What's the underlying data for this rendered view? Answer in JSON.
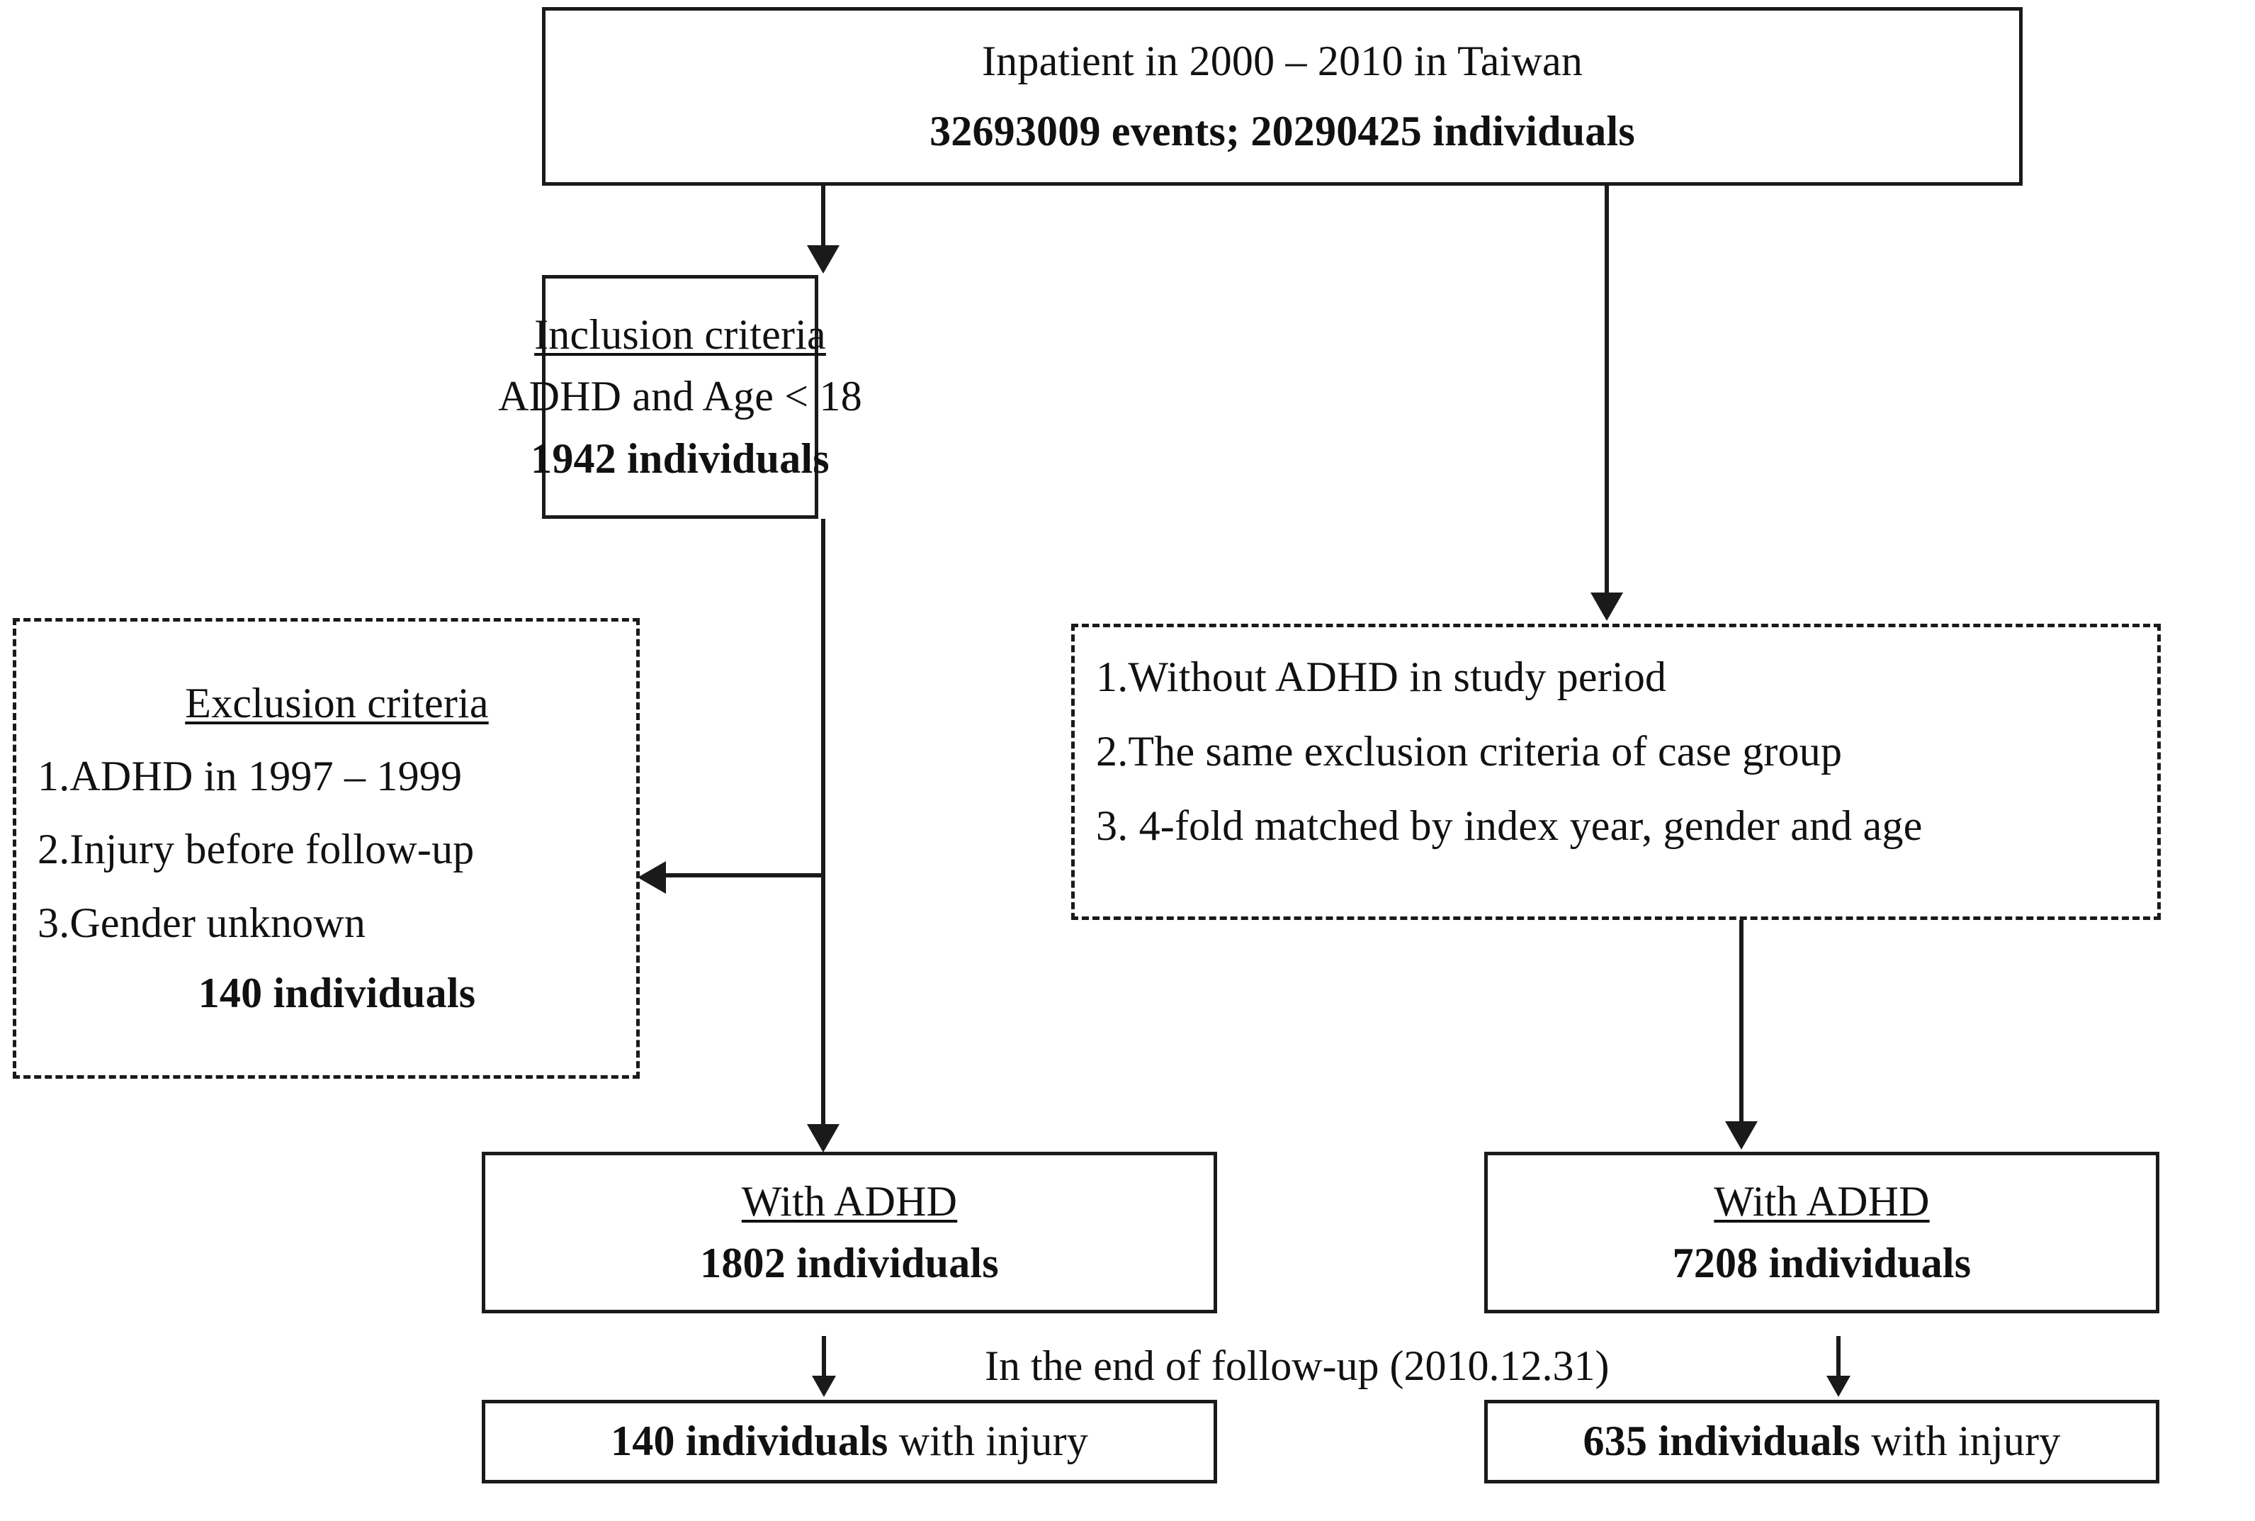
{
  "diagram": {
    "title": "ADHD injury cohort study flow diagram",
    "nodes": {
      "source": {
        "line1": "Inpatient in 2000 – 2010 in Taiwan",
        "line2": "32693009 events; 20290425 individuals"
      },
      "inclusion": {
        "heading": "Inclusion criteria",
        "line1": "ADHD and Age < 18",
        "line2": "1942 individuals"
      },
      "exclusion": {
        "heading": "Exclusion criteria",
        "item1": "1.ADHD in 1997 – 1999",
        "item2": "2.Injury before follow-up",
        "item3": "3.Gender unknown",
        "total": "140 individuals"
      },
      "control_criteria": {
        "item1": "1.Without ADHD in study period",
        "item2": "2.The same exclusion criteria of case group",
        "item3": "3. 4-fold matched by index year, gender and age"
      },
      "case_group": {
        "heading": "With ADHD",
        "count": "1802 individuals"
      },
      "control_group": {
        "heading": "With ADHD",
        "count": "7208 individuals"
      },
      "case_outcome": {
        "bold": "140 individuals",
        "rest": " with injury"
      },
      "control_outcome": {
        "bold": "635 individuals",
        "rest": " with injury"
      }
    },
    "labels": {
      "follow_up": "In the end of follow-up (2010.12.31)"
    },
    "colors": {
      "stroke": "#1a1a1a",
      "background": "#ffffff",
      "text": "#111111"
    }
  }
}
